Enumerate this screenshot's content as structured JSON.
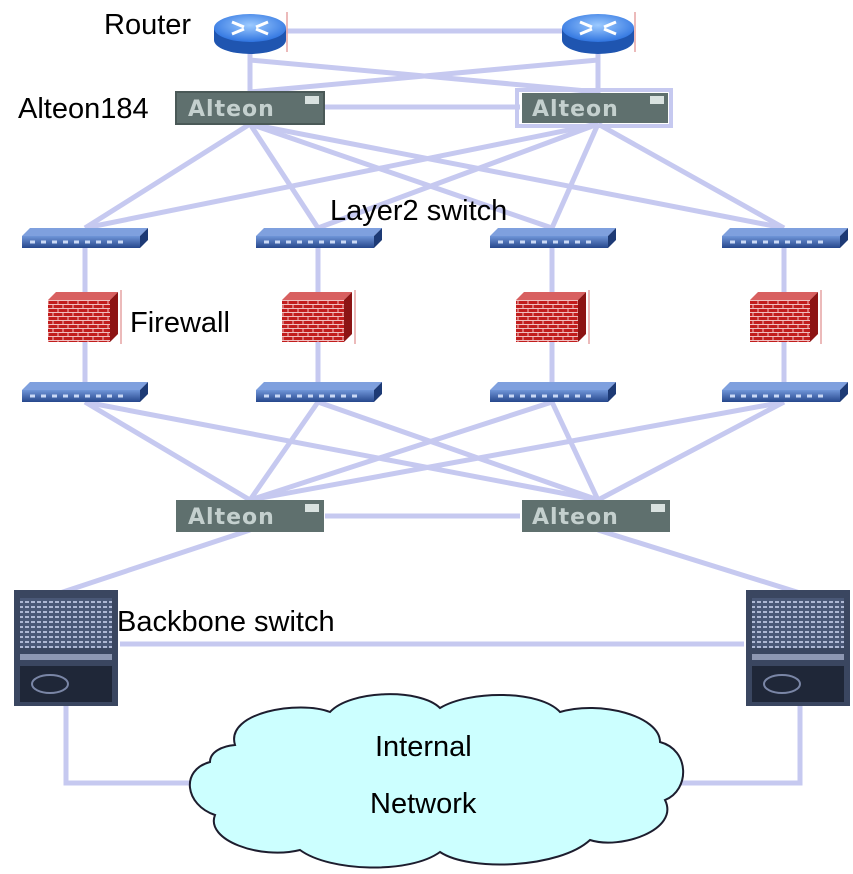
{
  "labels": {
    "router": "Router",
    "alteon": "Alteon184",
    "layer2": "Layer2 switch",
    "firewall": "Firewall",
    "backbone": "Backbone switch",
    "cloud_line1": "Internal",
    "cloud_line2": "Network"
  },
  "device_faceplate_text": "Alteon",
  "colors": {
    "link": "#c6c9f0",
    "cloud_fill": "#ccffff",
    "cloud_stroke": "#1d1d2e",
    "router": "#2f74e0",
    "switch": "#2f5fb0",
    "firewall": "#c21d1d",
    "alteon_body": "#5f706e",
    "backbone_body": "#3a4660"
  }
}
